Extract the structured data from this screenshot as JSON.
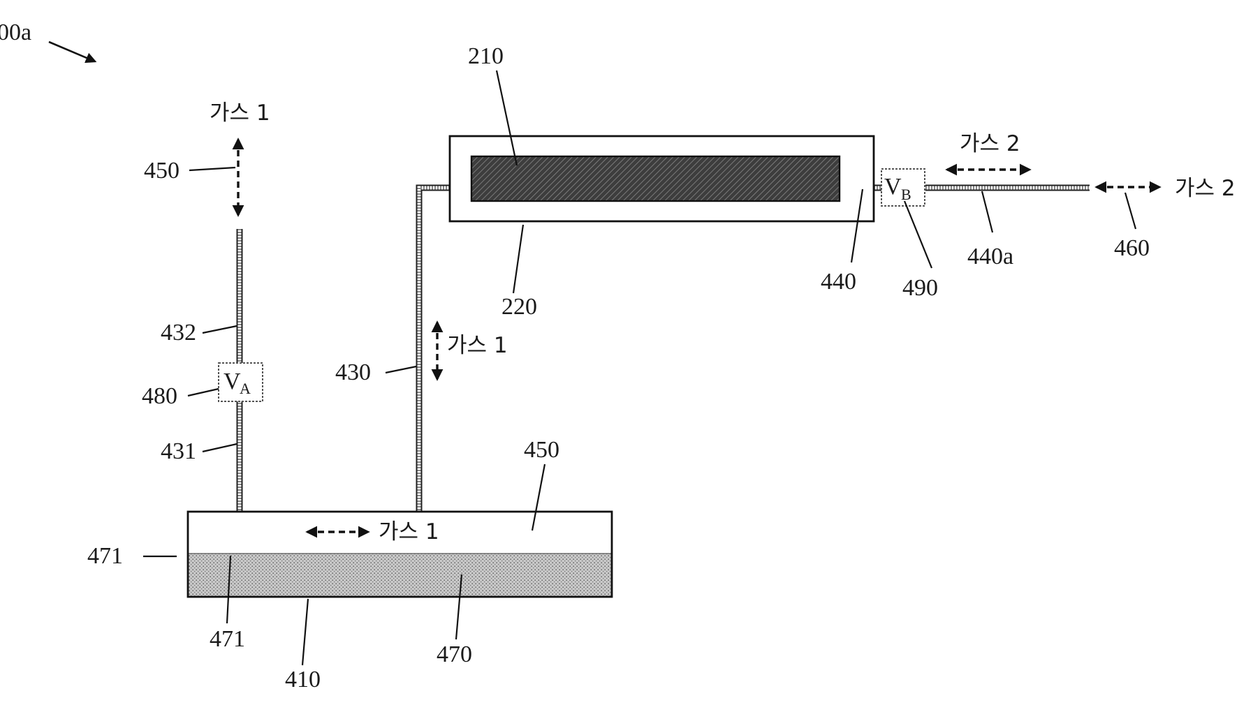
{
  "figure_label": "00a",
  "gas_labels": {
    "gas1_top": "가스 1",
    "gas1_mid": "가스 1",
    "gas1_tank": "가스 1",
    "gas2_top": "가스 2",
    "gas2_right": "가스 2"
  },
  "valves": {
    "va_main": "V",
    "va_sub": "A",
    "vb_main": "V",
    "vb_sub": "B"
  },
  "refs": {
    "r210": "210",
    "r220": "220",
    "r410": "410",
    "r430": "430",
    "r431": "431",
    "r432": "432",
    "r440": "440",
    "r440a": "440a",
    "r450_top": "450",
    "r450_tank": "450",
    "r460": "460",
    "r470": "470",
    "r471_left": "471",
    "r471_bottom": "471",
    "r480": "480",
    "r490": "490"
  }
}
